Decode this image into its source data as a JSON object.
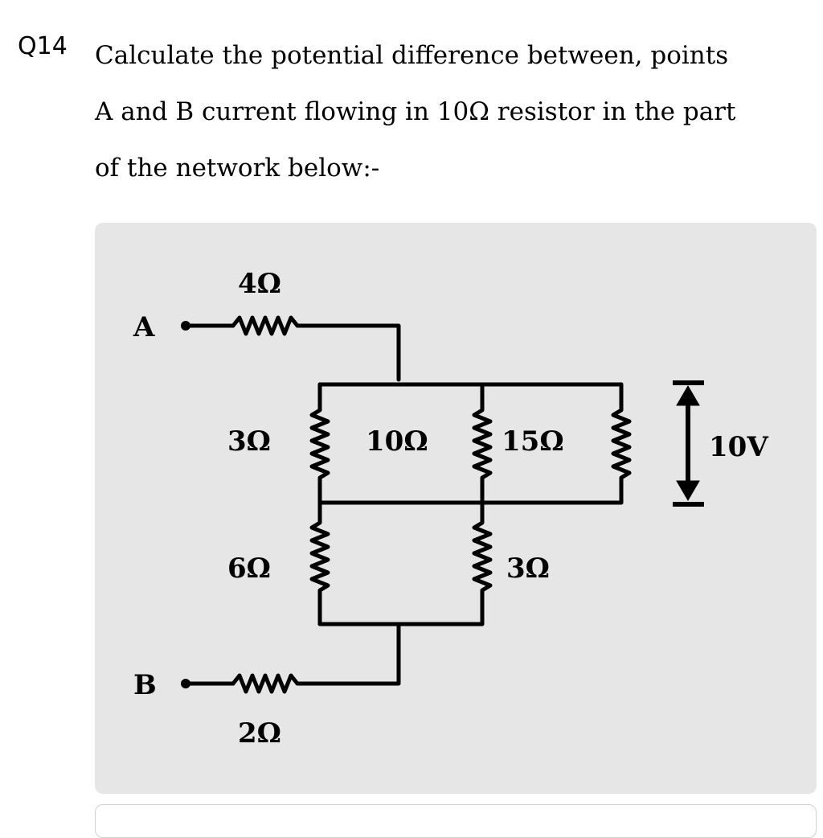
{
  "question": {
    "number": "Q14",
    "lines": [
      "Calculate the potential difference between, points",
      "A and B current flowing in 10Ω resistor in the part",
      "of the network below:-"
    ]
  },
  "circuit": {
    "node_a": "A",
    "node_b": "B",
    "resistors": {
      "r_a": "4Ω",
      "r_left_top": "3Ω",
      "r_mid_top": "10Ω",
      "r_right": "15Ω",
      "r_left_bottom": "6Ω",
      "r_mid_bottom": "3Ω",
      "r_b": "2Ω"
    },
    "voltage_label": "10V"
  }
}
